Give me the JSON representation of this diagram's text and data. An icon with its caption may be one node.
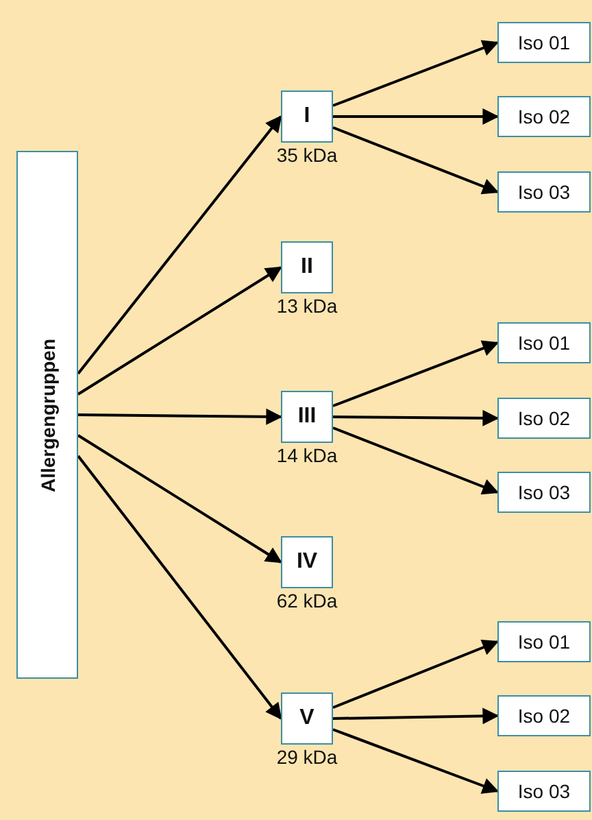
{
  "diagram": {
    "nodes": [
      {
        "text": [
          "Allergengruppen"
        ]
      },
      {
        "text": [
          "I"
        ],
        "beside": [
          "35 kDa"
        ]
      },
      {
        "text": [
          "II"
        ],
        "beside": [
          "13 kDa"
        ]
      },
      {
        "text": [
          "III"
        ],
        "beside": [
          "14 kDa"
        ]
      },
      {
        "text": [
          "IV"
        ],
        "beside": [
          "62 kDa"
        ]
      },
      {
        "text": [
          "V"
        ],
        "beside": [
          "29 kDa"
        ]
      },
      {
        "text": [
          "Iso 01"
        ]
      },
      {
        "text": [
          "Iso 02"
        ]
      },
      {
        "text": [
          "Iso 03"
        ]
      },
      {
        "text": [
          "Iso 01"
        ]
      },
      {
        "text": [
          "Iso 02"
        ]
      },
      {
        "text": [
          "Iso 03"
        ]
      },
      {
        "text": [
          "Iso 01"
        ]
      },
      {
        "text": [
          "Iso 02"
        ]
      },
      {
        "text": [
          "Iso 03"
        ]
      }
    ],
    "edges": [
      {
        "from": 0,
        "to": 1,
        "arrow": "to"
      },
      {
        "from": 0,
        "to": 2,
        "arrow": "to"
      },
      {
        "from": 0,
        "to": 3,
        "arrow": "to"
      },
      {
        "from": 0,
        "to": 4,
        "arrow": "to"
      },
      {
        "from": 0,
        "to": 5,
        "arrow": "to"
      },
      {
        "from": 1,
        "to": 6,
        "arrow": "to"
      },
      {
        "from": 1,
        "to": 7,
        "arrow": "to"
      },
      {
        "from": 1,
        "to": 8,
        "arrow": "to"
      },
      {
        "from": 3,
        "to": 9,
        "arrow": "to"
      },
      {
        "from": 3,
        "to": 10,
        "arrow": "to"
      },
      {
        "from": 3,
        "to": 11,
        "arrow": "to"
      },
      {
        "from": 5,
        "to": 12,
        "arrow": "to"
      },
      {
        "from": 5,
        "to": 13,
        "arrow": "to"
      },
      {
        "from": 5,
        "to": 14,
        "arrow": "to"
      }
    ]
  }
}
